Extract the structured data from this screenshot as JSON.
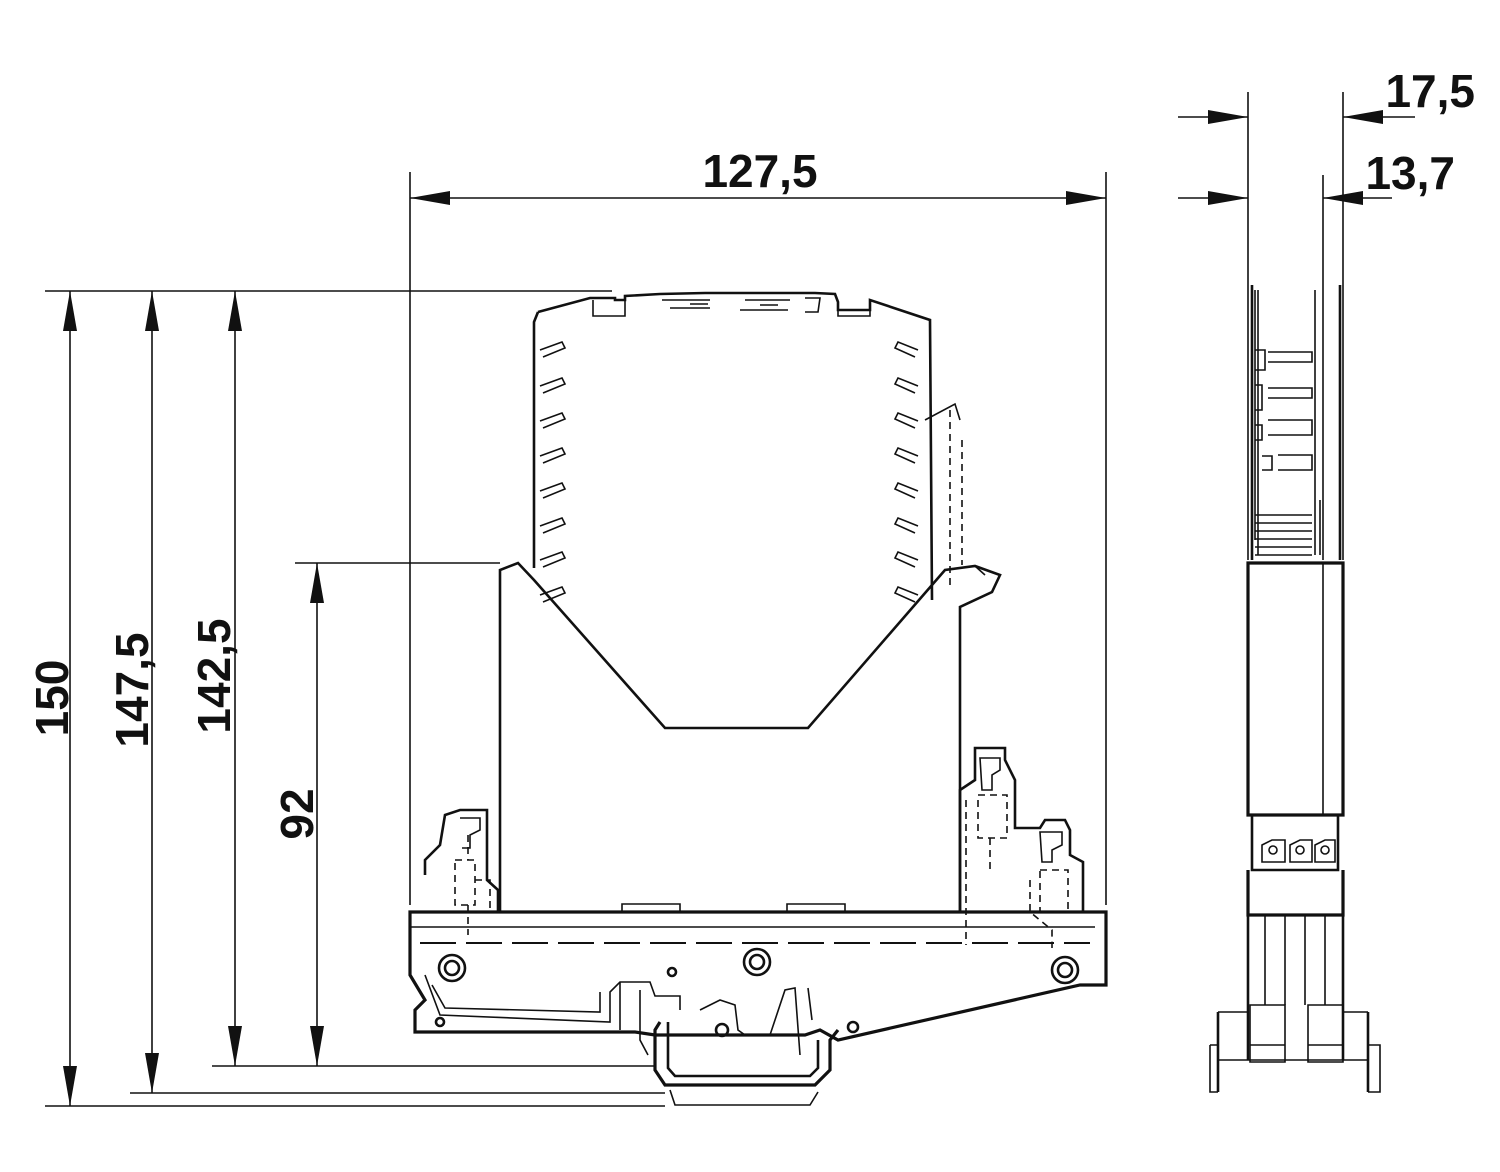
{
  "dimensions": {
    "width": "127,5",
    "height_150": "150",
    "height_147_5": "147,5",
    "height_142_5": "142,5",
    "height_92": "92",
    "side_width_17_5": "17,5",
    "side_width_13_7": "13,7"
  },
  "colors": {
    "line": "#111111",
    "background": "#ffffff"
  }
}
